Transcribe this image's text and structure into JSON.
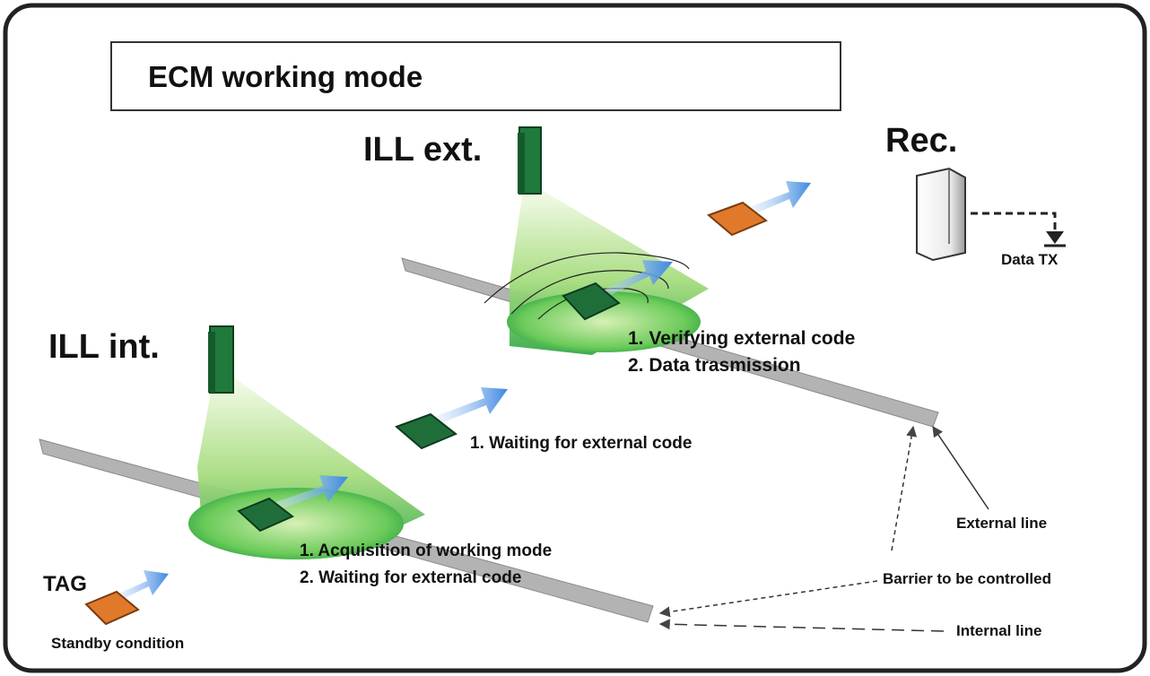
{
  "title": "ECM working mode",
  "devices": {
    "ill_ext": "ILL ext.",
    "ill_int": "ILL int.",
    "rec": "Rec.",
    "tag": "TAG",
    "data_tx": "Data TX"
  },
  "captions": {
    "standby": "Standby condition",
    "int_line1": "1. Acquisition of working mode",
    "int_line2": "2. Waiting for external code",
    "mid_line1": "1. Waiting for external code",
    "ext_line1": "1. Verifying external code",
    "ext_line2": "2. Data trasmission"
  },
  "legend": {
    "external_line": "External line",
    "barrier": "Barrier to be controlled",
    "internal_line": "Internal line"
  },
  "colors": {
    "illuminator": "#1f7a3c",
    "beam": "#5cc24a",
    "tag_active": "#2a8a4a",
    "tag_standby": "#e07a2a",
    "arrow": "#4a8fe0",
    "barrier": "#b0b0b0"
  }
}
